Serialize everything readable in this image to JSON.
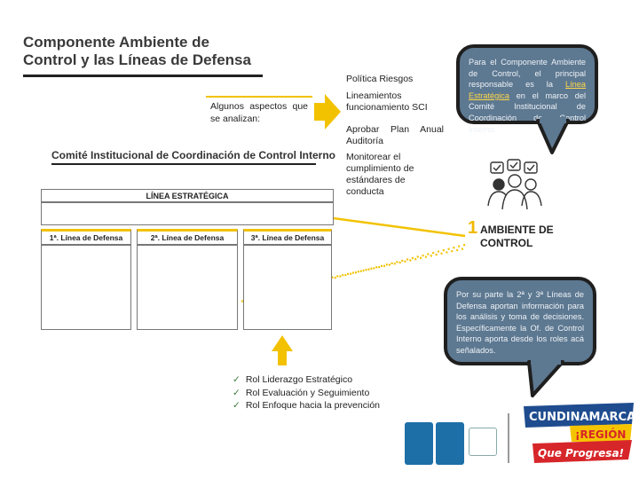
{
  "title": {
    "line1": "Componente Ambiente de",
    "line2": "Control y las Líneas de Defensa"
  },
  "aspects_label": "Algunos aspectos que se analizan:",
  "topics": [
    "Política Riesgos",
    "Lineamientos funcionamiento SCI",
    "Aprobar Plan Anual Auditoría",
    "Monitorear el cumplimiento de estándares de conducta"
  ],
  "bubble_top": {
    "part1": "Para el Componente Ambiente de Control, el principal responsable es la",
    "highlight": "Línea Estratégica",
    "part2": "en el marco del Comité Institucional de Coordinación de Control Interno."
  },
  "committee_title": "Comité Institucional de Coordinación de Control Interno",
  "linea_estrategica": "LÍNEA ESTRATÉGICA",
  "columns": [
    "1ª. Línea de Defensa",
    "2ª. Línea de Defensa",
    "3ª. Línea de Defensa"
  ],
  "ambiente": {
    "number": "1",
    "label": "AMBIENTE DE CONTROL"
  },
  "bubble_bottom": "Por su parte la 2ª y 3ª Líneas de Defensa aportan información para los análisis y toma de decisiones. Específicamente la Of. de Control Interno aporta desde los roles acá señalados.",
  "roles": [
    "Rol Liderazgo Estratégico",
    "Rol Evaluación y Seguimiento",
    "Rol Enfoque hacia la prevención"
  ],
  "brand": {
    "line1": "CUNDINAMARCA",
    "line2": "¡REGIÓN",
    "line3": "Que Progresa!"
  },
  "colors": {
    "accent": "#f2c200",
    "bubble": "#5d7891",
    "brand_red": "#d7262a",
    "brand_yellow": "#f5c400"
  }
}
